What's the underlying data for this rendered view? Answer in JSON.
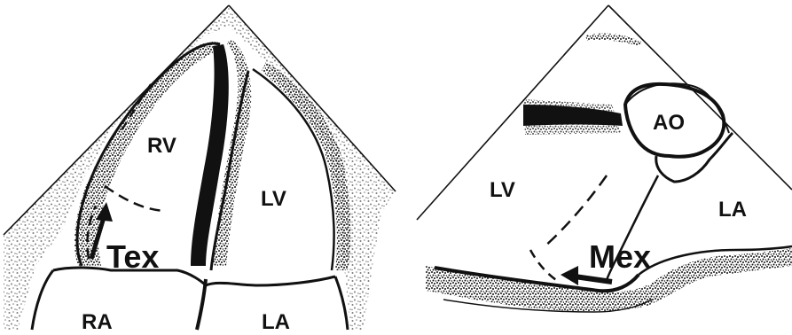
{
  "left_panel": {
    "labels": {
      "rv": "RV",
      "lv": "LV",
      "ra": "RA",
      "la": "LA",
      "tex": "Tex"
    }
  },
  "right_panel": {
    "labels": {
      "lv": "LV",
      "ao": "AO",
      "la": "LA",
      "mex": "Mex"
    }
  },
  "colors": {
    "ink": "#111111",
    "background": "#ffffff"
  }
}
